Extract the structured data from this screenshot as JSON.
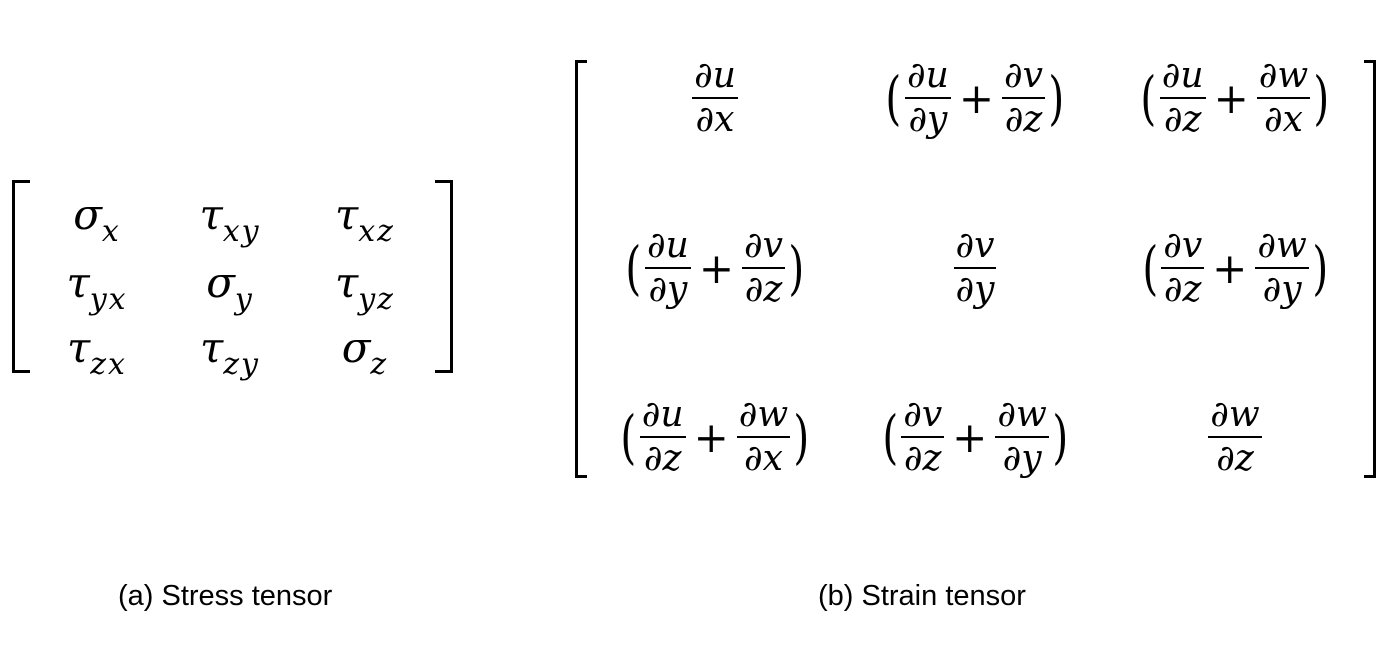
{
  "stress": {
    "symbols": [
      [
        {
          "sym": "σ",
          "sub": "x"
        },
        {
          "sym": "τ",
          "sub": "xy"
        },
        {
          "sym": "τ",
          "sub": "xz"
        }
      ],
      [
        {
          "sym": "τ",
          "sub": "yx"
        },
        {
          "sym": "σ",
          "sub": "y"
        },
        {
          "sym": "τ",
          "sub": "yz"
        }
      ],
      [
        {
          "sym": "τ",
          "sub": "zx"
        },
        {
          "sym": "τ",
          "sub": "zy"
        },
        {
          "sym": "σ",
          "sub": "z"
        }
      ]
    ],
    "caption": "(a) Stress tensor"
  },
  "strain": {
    "cells": [
      [
        {
          "single": true,
          "num": "∂u",
          "den": "∂x"
        },
        {
          "single": false,
          "a_num": "∂u",
          "a_den": "∂y",
          "b_num": "∂v",
          "b_den": "∂z"
        },
        {
          "single": false,
          "a_num": "∂u",
          "a_den": "∂z",
          "b_num": "∂w",
          "b_den": "∂x"
        }
      ],
      [
        {
          "single": false,
          "a_num": "∂u",
          "a_den": "∂y",
          "b_num": "∂v",
          "b_den": "∂z"
        },
        {
          "single": true,
          "num": "∂v",
          "den": "∂y"
        },
        {
          "single": false,
          "a_num": "∂v",
          "a_den": "∂z",
          "b_num": "∂w",
          "b_den": "∂y"
        }
      ],
      [
        {
          "single": false,
          "a_num": "∂u",
          "a_den": "∂z",
          "b_num": "∂w",
          "b_den": "∂x"
        },
        {
          "single": false,
          "a_num": "∂v",
          "a_den": "∂z",
          "b_num": "∂w",
          "b_den": "∂y"
        },
        {
          "single": true,
          "num": "∂w",
          "den": "∂z"
        }
      ]
    ],
    "plus": "+",
    "lparen": "(",
    "rparen": ")",
    "caption": "(b) Strain tensor"
  }
}
